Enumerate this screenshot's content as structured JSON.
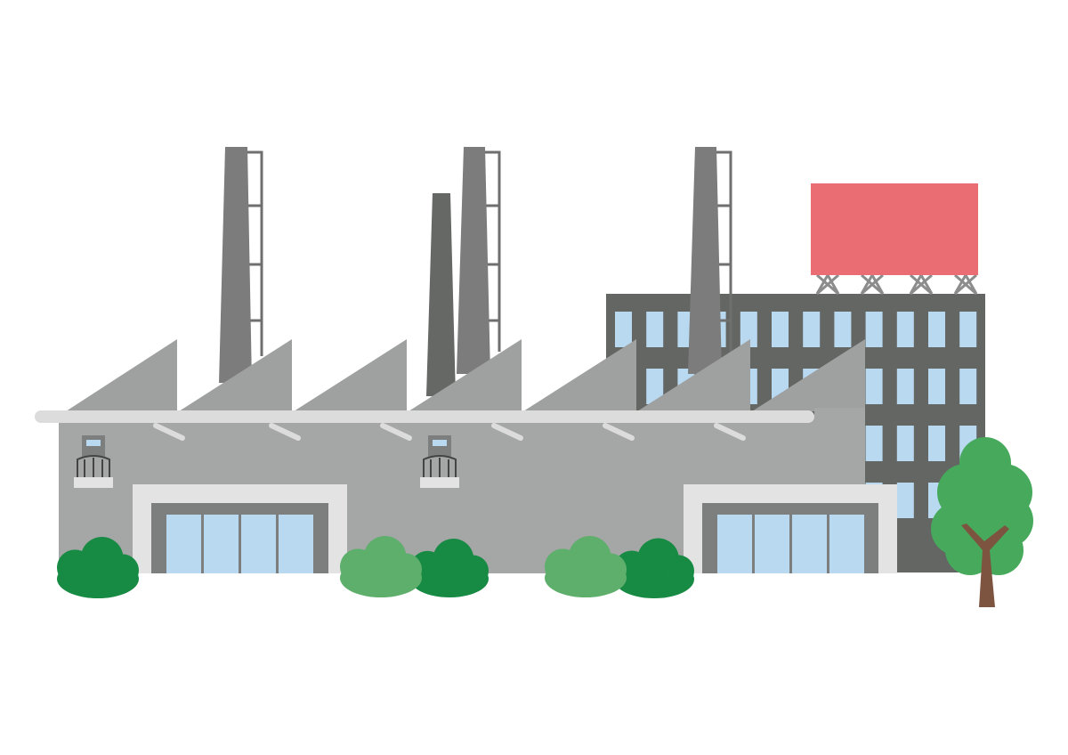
{
  "illustration": {
    "subject": "factory",
    "elements": [
      "smokestack",
      "smokestack",
      "smokestack",
      "smokestack",
      "sawtooth-roof",
      "office-building",
      "billboard",
      "shrub",
      "tree"
    ]
  },
  "colors": {
    "background": "#ffffff",
    "factory_wall": "#a5a6a6",
    "roof_teeth": "#9fa0a0",
    "gutter": "#dcdcdc",
    "smokestack": "#7b7c7b",
    "smokestack_dark": "#666866",
    "ladder": "#6e6f6e",
    "office": "#646664",
    "window": "#b8d9f0",
    "billboard": "#eb6d74",
    "dark_green": "#178a43",
    "light_green": "#5eae6c",
    "tree_green": "#46a95b",
    "trunk": "#7c5440",
    "door_frame": "#e3e3e3",
    "door_inner": "#7d7e7e"
  }
}
